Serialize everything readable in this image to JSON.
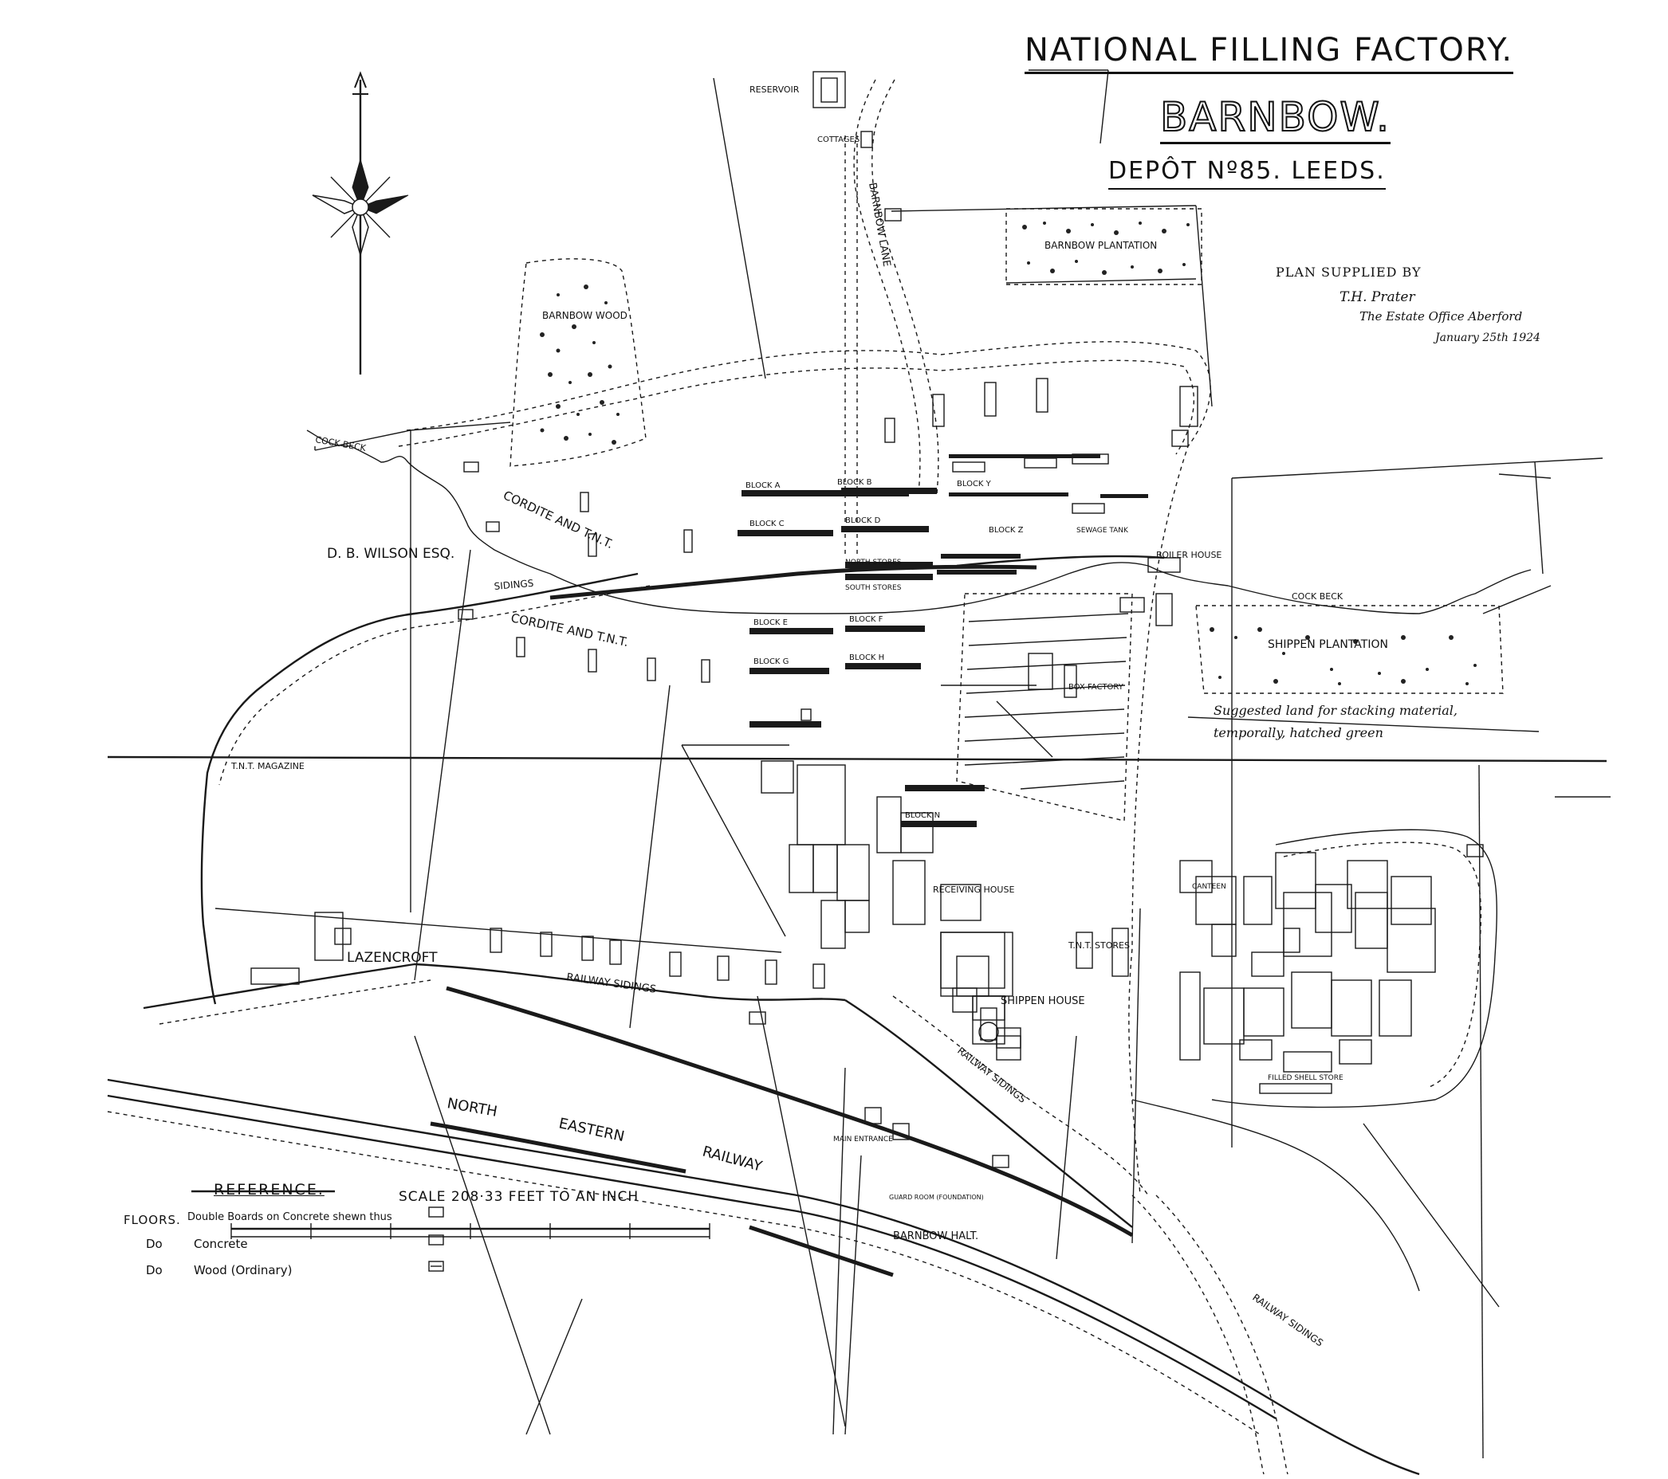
{
  "title": {
    "line1": "NATIONAL FILLING FACTORY.",
    "line2": "BARNBOW.",
    "line3": "DEPÔT Nº85. LEEDS."
  },
  "credit": {
    "line1": "PLAN SUPPLIED BY",
    "line2": "T.H. Prater",
    "line3": "The Estate Office Aberford",
    "line4": "January 25th 1924"
  },
  "note": {
    "line1": "Suggested land for stacking material,",
    "line2": "temporally, hatched green"
  },
  "labels": {
    "reservoir": "RESERVOIR",
    "cottages": "COTTAGES",
    "barnbow_lane": "BARNBOW LANE",
    "barnbow_wood": "BARNBOW WOOD",
    "barnbow_plantation": "BARNBOW PLANTATION",
    "cock_beck_w": "COCK BECK",
    "cock_beck_e": "COCK BECK",
    "wilson": "D. B. WILSON ESQ.",
    "cordite_tnt_1": "CORDITE AND T.N.T.",
    "cordite_tnt_2": "CORDITE AND T.N.T.",
    "sidings_top": "SIDINGS",
    "block_a": "BLOCK A",
    "block_b": "BLOCK B",
    "block_c": "BLOCK C",
    "block_d": "BLOCK D",
    "block_e": "BLOCK E",
    "block_f": "BLOCK F",
    "block_g": "BLOCK G",
    "block_h": "BLOCK H",
    "block_y": "BLOCK Y",
    "block_z": "BLOCK Z",
    "block_n": "BLOCK N",
    "north_stores": "NORTH STORES",
    "south_stores": "SOUTH STORES",
    "sewage_tank": "SEWAGE TANK",
    "boiler_house": "BOILER HOUSE",
    "box_factory": "BOX FACTORY",
    "shippen_plantation": "SHIPPEN PLANTATION",
    "tnt_magazine": "T.N.T. MAGAZINE",
    "receiving_house": "RECEIVING HOUSE",
    "shippen_house": "SHIPPEN HOUSE",
    "tnt_stores": "T.N.T. STORES",
    "lazencroft": "LAZENCROFT",
    "railway_sidings_mid": "RAILWAY SIDINGS",
    "railway_sidings_s": "RAILWAY SIDINGS",
    "railway_sidings_se": "RAILWAY SIDINGS",
    "ner_north": "NORTH",
    "ner_eastern": "EASTERN",
    "ner_railway": "RAILWAY",
    "barnbow_halt": "BARNBOW HALT.",
    "main_entrance": "MAIN ENTRANCE",
    "canteen": "CANTEEN",
    "filled_shell_store": "FILLED SHELL STORE",
    "guard_room": "GUARD ROOM (FOUNDATION)"
  },
  "legend": {
    "heading": "REFERENCE.",
    "row1_label": "FLOORS.",
    "row1_text": "Double Boards on Concrete shewn thus",
    "row2_label": "Do",
    "row2_text": "Concrete",
    "row3_label": "Do",
    "row3_text": "Wood (Ordinary)"
  },
  "scale": {
    "text": "SCALE 208·33 FEET TO AN INCH"
  }
}
